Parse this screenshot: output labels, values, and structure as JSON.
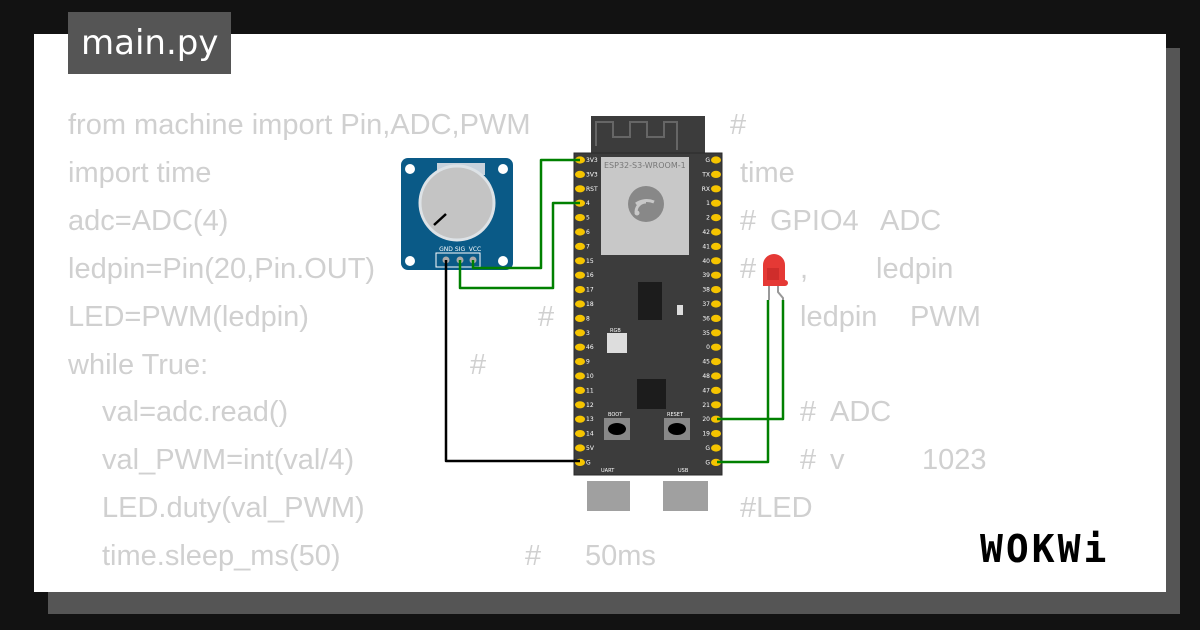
{
  "title": "main.py",
  "code_lines": [
    [
      "from machine import Pin,ADC,PWM",
      "#"
    ],
    [
      "import time",
      "time"
    ],
    [
      "adc=ADC(4)",
      "#",
      "GPIO4",
      "ADC"
    ],
    [
      "ledpin=Pin(20,Pin.OUT)",
      "#",
      ",",
      "ledpin"
    ],
    [
      "LED=PWM(ledpin)",
      "#",
      "ledpin",
      "PWM"
    ],
    [
      "while True:",
      "#"
    ],
    [
      "val=adc.read()",
      "#",
      "ADC"
    ],
    [
      "val_PWM=int(val/4)",
      "#",
      "v",
      "1023"
    ],
    [
      "LED.duty(val_PWM)",
      "#LED"
    ],
    [
      "time.sleep_ms(50)",
      "#",
      "50ms"
    ]
  ],
  "board": {
    "module_label": "ESP32-S3-WROOM-1",
    "left_pins": [
      "3V3",
      "3V3",
      "RST",
      "4",
      "5",
      "6",
      "7",
      "15",
      "16",
      "17",
      "18",
      "8",
      "3",
      "46",
      "9",
      "10",
      "11",
      "12",
      "13",
      "14",
      "5V",
      "G"
    ],
    "right_pins": [
      "G",
      "TX",
      "RX",
      "1",
      "2",
      "42",
      "41",
      "40",
      "39",
      "38",
      "37",
      "36",
      "35",
      "0",
      "45",
      "48",
      "47",
      "21",
      "20",
      "19",
      "G",
      "G"
    ],
    "rgb_label": "RGB",
    "boot_label": "BOOT",
    "reset_label": "RESET",
    "uart_label": "UART",
    "usb_label": "USB"
  },
  "potentiometer": {
    "pins": [
      "GND",
      "SIG",
      "VCC"
    ]
  },
  "logo": "WOKWi",
  "colors": {
    "wire_green": "#008000",
    "wire_black": "#000000",
    "board": "#3c3c3c",
    "pin": "#f5c400",
    "pot": "#0a5a87",
    "led": "#e53935"
  }
}
